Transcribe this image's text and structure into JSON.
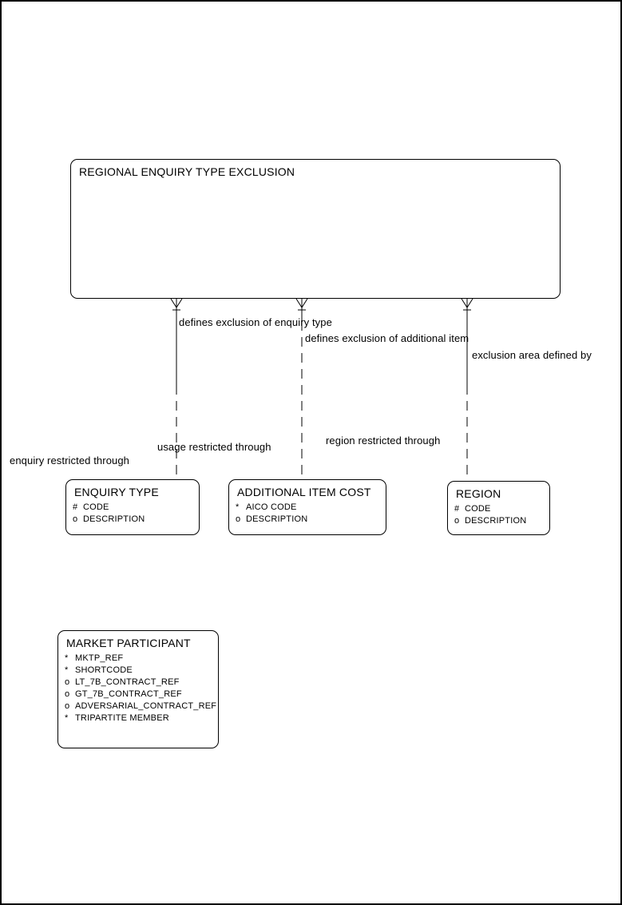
{
  "entities": [
    {
      "name": "REGIONAL ENQUIRY TYPE EXCLUSION",
      "attributes": []
    },
    {
      "name": "ENQUIRY TYPE",
      "attributes": [
        {
          "marker": "#",
          "name": "CODE"
        },
        {
          "marker": "o",
          "name": "DESCRIPTION"
        }
      ]
    },
    {
      "name": "ADDITIONAL ITEM COST",
      "attributes": [
        {
          "marker": "*",
          "name": "AICO CODE"
        },
        {
          "marker": "o",
          "name": "DESCRIPTION"
        }
      ]
    },
    {
      "name": "REGION",
      "attributes": [
        {
          "marker": "#",
          "name": "CODE"
        },
        {
          "marker": "o",
          "name": "DESCRIPTION"
        }
      ]
    },
    {
      "name": "MARKET PARTICIPANT",
      "attributes": [
        {
          "marker": "*",
          "name": "MKTP_REF"
        },
        {
          "marker": "*",
          "name": "SHORTCODE"
        },
        {
          "marker": "o",
          "name": "LT_7B_CONTRACT_REF"
        },
        {
          "marker": "o",
          "name": "GT_7B_CONTRACT_REF"
        },
        {
          "marker": "o",
          "name": "ADVERSARIAL_CONTRACT_REF"
        },
        {
          "marker": "*",
          "name": "TRIPARTITE MEMBER"
        }
      ]
    }
  ],
  "relationships": [
    {
      "near_label": "defines exclusion of enquiry type",
      "far_label": "enquiry restricted through"
    },
    {
      "near_label": "defines exclusion of additional item",
      "far_label": "usage restricted through"
    },
    {
      "near_label": "exclusion area defined by",
      "far_label": "region restricted through"
    }
  ],
  "colors": {
    "line": "#000000",
    "background": "#ffffff",
    "text": "#000000"
  }
}
